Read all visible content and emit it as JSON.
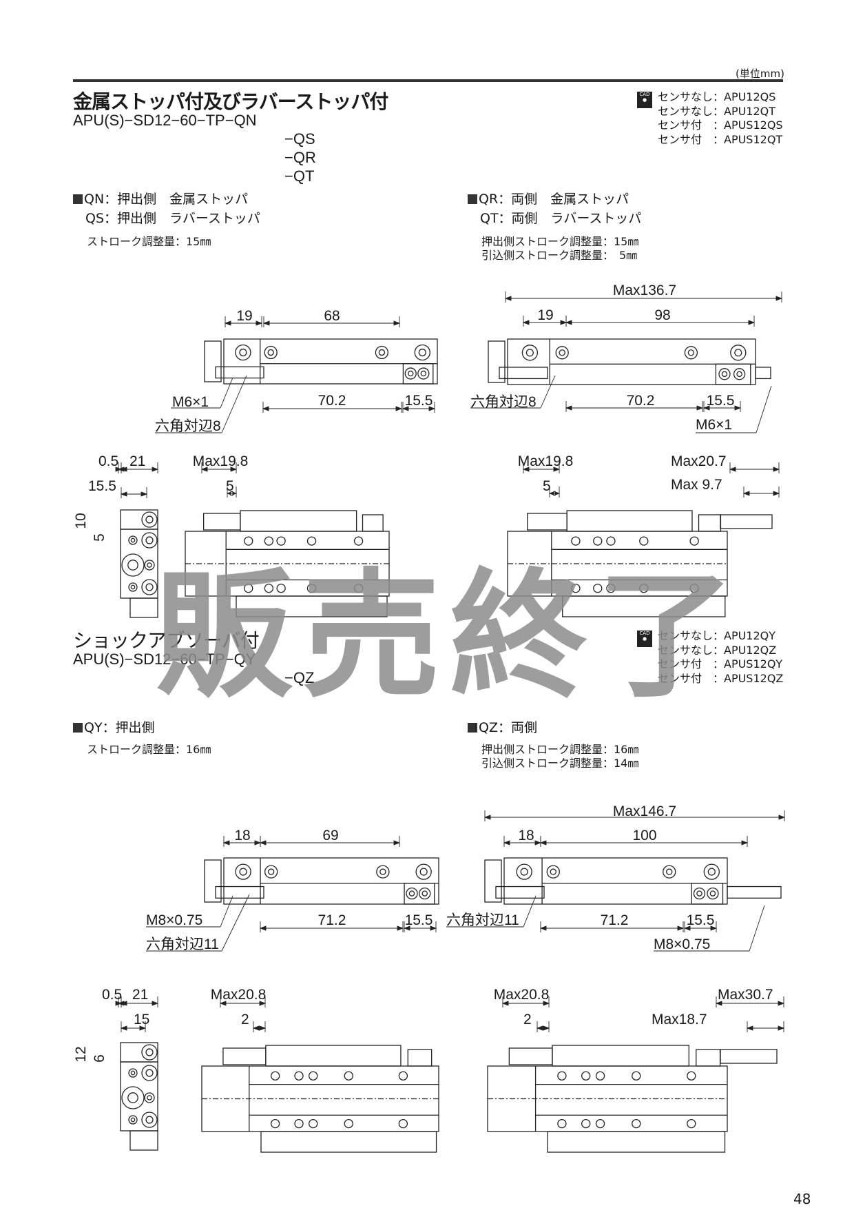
{
  "unit_note": "(単位mm)",
  "section1": {
    "title": "金属ストッパ付及びラバーストッパ付",
    "model": "APU(S)−SD12−60−TP−QN",
    "model_variants": [
      "−QS",
      "−QR",
      "−QT"
    ],
    "cad_label": "CAD",
    "cad_models": [
      "センサなし：APU12QS",
      "センサなし：APU12QT",
      "センサ付　：APUS12QS",
      "センサ付　：APUS12QT"
    ],
    "left_options": [
      "QN：押出側　金属ストッパ",
      "QS：押出側　ラバーストッパ"
    ],
    "left_stroke": [
      "ストローク調整量：15㎜"
    ],
    "right_options": [
      "QR：両側　金属ストッパ",
      "QT：両側　ラバーストッパ"
    ],
    "right_stroke": [
      "押出側ストローク調整量：15㎜",
      "引込側ストローク調整量：　5㎜"
    ],
    "top_left_dims": {
      "a": "19",
      "b": "68",
      "c": "70.2",
      "d": "15.5",
      "thread": "M6×1",
      "hex": "六角対辺8"
    },
    "top_right_dims": {
      "max": "Max136.7",
      "a": "19",
      "b": "98",
      "c": "70.2",
      "d": "15.5",
      "thread": "M6×1",
      "hex": "六角対辺8"
    },
    "end_dims": {
      "a": "0.5",
      "b": "21",
      "c": "15.5",
      "d": "10",
      "e": "5"
    },
    "side_left_dims": {
      "max": "Max19.8",
      "a": "5"
    },
    "side_right_dims": {
      "max": "Max19.8",
      "a": "5",
      "max2": "Max20.7",
      "max3": "Max 9.7"
    }
  },
  "section2": {
    "title": "ショックアブソーバ付",
    "model": "APU(S)−SD12−60−TP−QY",
    "model_variants": [
      "−QZ"
    ],
    "cad_label": "CAD",
    "cad_models": [
      "センサなし：APU12QY",
      "センサなし：APU12QZ",
      "センサ付　：APUS12QY",
      "センサ付　：APUS12QZ"
    ],
    "left_options": [
      "QY：押出側"
    ],
    "left_stroke": [
      "ストローク調整量：16㎜"
    ],
    "right_options": [
      "QZ：両側"
    ],
    "right_stroke": [
      "押出側ストローク調整量：16㎜",
      "引込側ストローク調整量：14㎜"
    ],
    "top_left_dims": {
      "a": "18",
      "b": "69",
      "c": "71.2",
      "d": "15.5",
      "thread": "M8×0.75",
      "hex": "六角対辺11"
    },
    "top_right_dims": {
      "max": "Max146.7",
      "a": "18",
      "b": "100",
      "c": "71.2",
      "d": "15.5",
      "thread": "M8×0.75",
      "hex": "六角対辺11"
    },
    "end_dims": {
      "a": "0.5",
      "b": "21",
      "c": "15",
      "d": "12",
      "e": "6"
    },
    "side_left_dims": {
      "max": "Max20.8",
      "a": "2"
    },
    "side_right_dims": {
      "max": "Max20.8",
      "a": "2",
      "max2": "Max30.7",
      "max3": "Max18.7"
    }
  },
  "watermark": "販売終了",
  "page_number": "48"
}
